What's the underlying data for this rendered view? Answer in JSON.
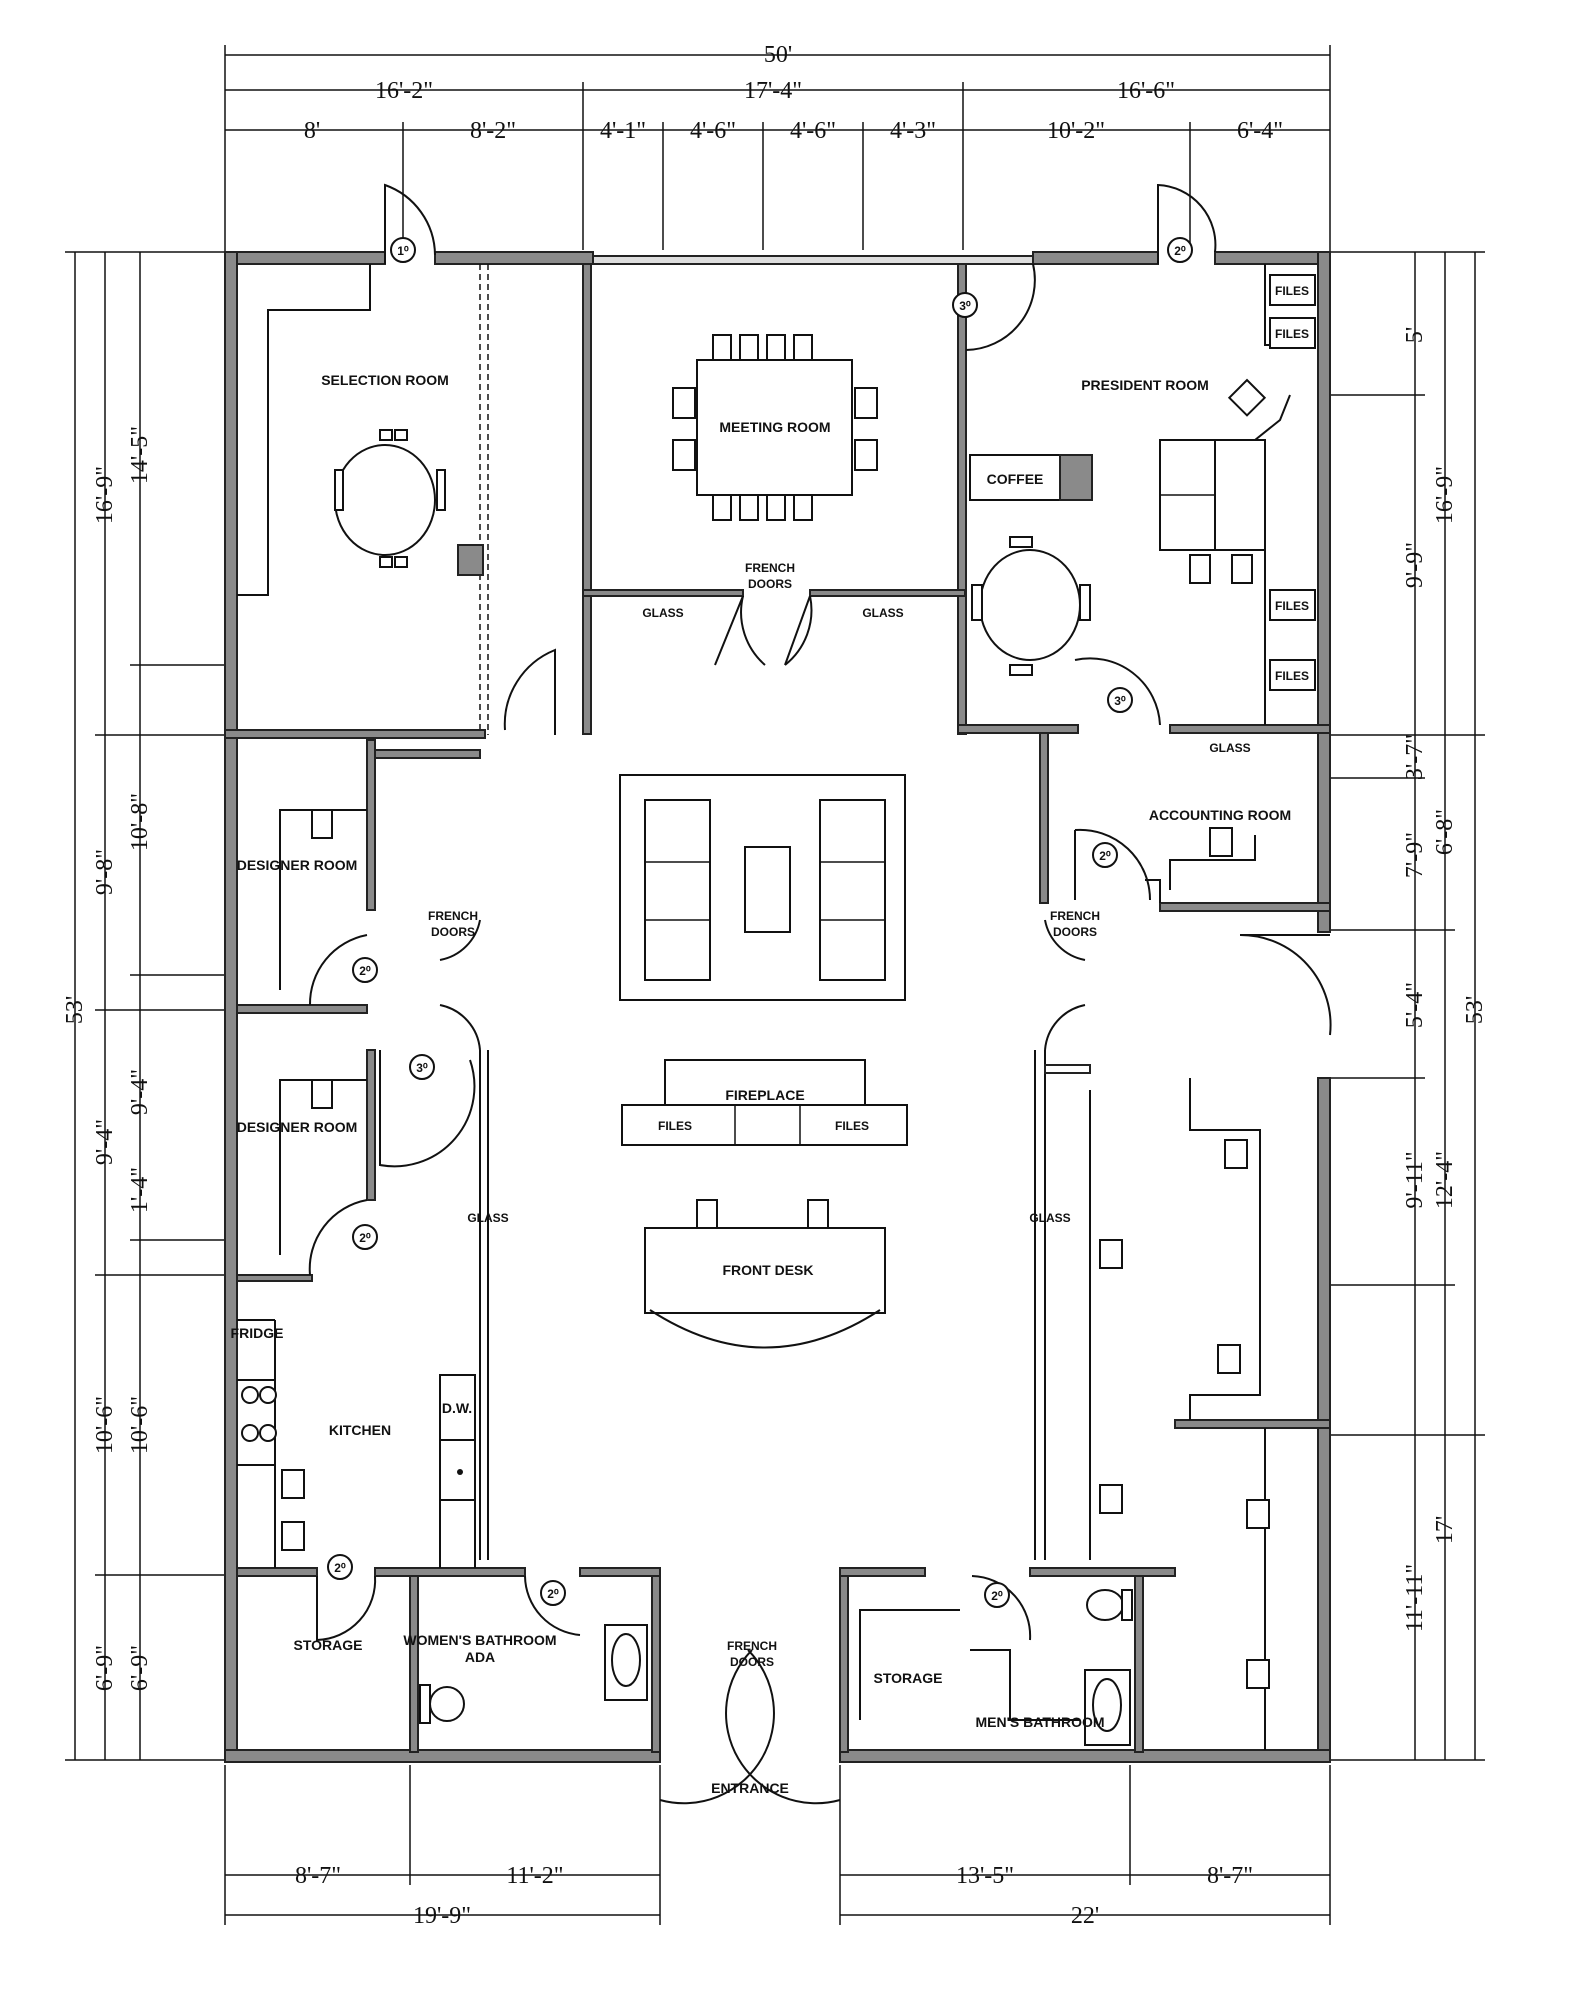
{
  "dims": {
    "top_overall": "50'",
    "top_mid": [
      "16'-2\"",
      "17'-4\"",
      "16'-6\""
    ],
    "top_fine": [
      "8'",
      "8'-2\"",
      "4'-1\"",
      "4'-6\"",
      "4'-6\"",
      "4'-3\"",
      "10'-2\"",
      "6'-4\""
    ],
    "left_outer": "53'",
    "left_mid": [
      "16'-9\"",
      "9'-8\"",
      "9'-4\"",
      "10'-6\"",
      "6'-9\""
    ],
    "left_inner": [
      "14'-5\"",
      "10'-8\"",
      "9'-4\"",
      "1'-4\"",
      "10'-6\"",
      "6'-9\""
    ],
    "right_outer": "53'",
    "right_mid": [
      "16'-9\"",
      "6'-8\"",
      "12'-4\"",
      "17'"
    ],
    "right_inner": [
      "5'",
      "9'-9\"",
      "3'-7\"",
      "7'-9\"",
      "5'-4\"",
      "9'-11\"",
      "11'-11\""
    ],
    "bottom_left_fine": [
      "8'-7\"",
      "11'-2\""
    ],
    "bottom_left_overall": "19'-9\"",
    "bottom_right_fine": [
      "13'-5\"",
      "8'-7\""
    ],
    "bottom_right_overall": "22'"
  },
  "rooms": {
    "selection": "SELECTION ROOM",
    "meeting": "MEETING ROOM",
    "president": "PRESIDENT ROOM",
    "coffee": "COFFEE",
    "accounting": "ACCOUNTING ROOM",
    "designer1": "DESIGNER ROOM",
    "designer2": "DESIGNER ROOM",
    "kitchen": "KITCHEN",
    "fridge": "FRIDGE",
    "dw": "D.W.",
    "storage_left": "STORAGE",
    "womens": [
      "WOMEN'S BATHROOM",
      "ADA"
    ],
    "storage_right": "STORAGE",
    "mens": "MEN'S BATHROOM",
    "front_desk": "FRONT DESK",
    "fireplace": "FIREPLACE",
    "entrance": "ENTRANCE"
  },
  "labels": {
    "files": "FILES",
    "glass": "GLASS",
    "french_doors": [
      "FRENCH",
      "DOORS"
    ]
  },
  "door_tags": {
    "d1": "1⁰",
    "d2": "2⁰",
    "d3": "3⁰"
  }
}
